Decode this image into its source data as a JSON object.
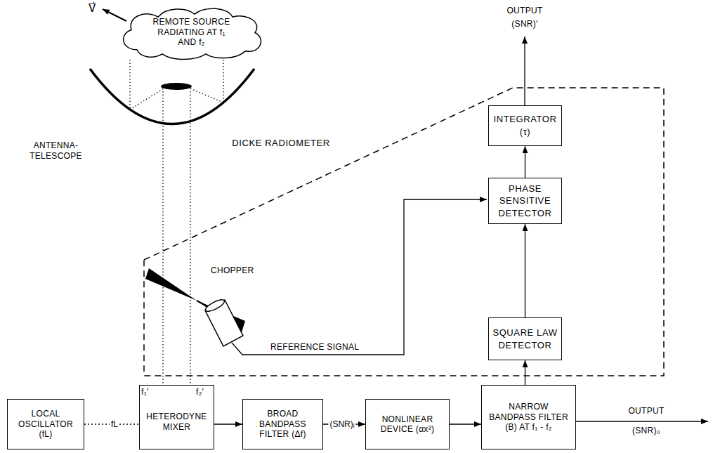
{
  "diagram": {
    "nodes": [
      {
        "text": [
          "REMOTE SOURCE RADIATING AT f₁ AND f₂"
        ]
      },
      {
        "text": [
          "DICKE RADIOMETER"
        ]
      },
      {
        "text": [
          "INTEGRATOR (τ)"
        ],
        "in": 1
      },
      {
        "text": [
          "PHASE SENSITIVE DETECTOR"
        ],
        "in": 1
      },
      {
        "text": [
          "SQUARE LAW DETECTOR"
        ],
        "in": 1
      },
      {
        "text": [
          "LOCAL OSCILLATOR (fL)"
        ]
      },
      {
        "text": [
          "HETERODYNE MIXER"
        ]
      },
      {
        "text": [
          "BROAD BANDPASS FILTER (Δf)"
        ]
      },
      {
        "text": [
          "NONLINEAR DEVICE (αx²)"
        ]
      },
      {
        "text": [
          "NARROW BANDPASS FILTER (B) AT f₁ - f₂"
        ]
      }
    ],
    "edges": [
      {
        "from": 5,
        "to": 6,
        "arrow": "none",
        "label": "fL"
      },
      {
        "from": 6,
        "to": 7,
        "arrow": "to"
      },
      {
        "from": 7,
        "to": 8,
        "arrow": "to",
        "label": "(SNR)ᵢ"
      },
      {
        "from": 8,
        "to": 9,
        "arrow": "to"
      },
      {
        "from": 9,
        "to": 4,
        "arrow": "to"
      },
      {
        "from": 4,
        "to": 3,
        "arrow": "to"
      },
      {
        "from": 3,
        "to": 2,
        "arrow": "to"
      }
    ],
    "labels": [
      "V⃗",
      "ANTENNA-TELESCOPE",
      "CHOPPER",
      "REFERENCE SIGNAL",
      "f₁′",
      "f₂′",
      "OUTPUT",
      "(SNR)′",
      "OUTPUT",
      "(SNR)₀"
    ]
  }
}
